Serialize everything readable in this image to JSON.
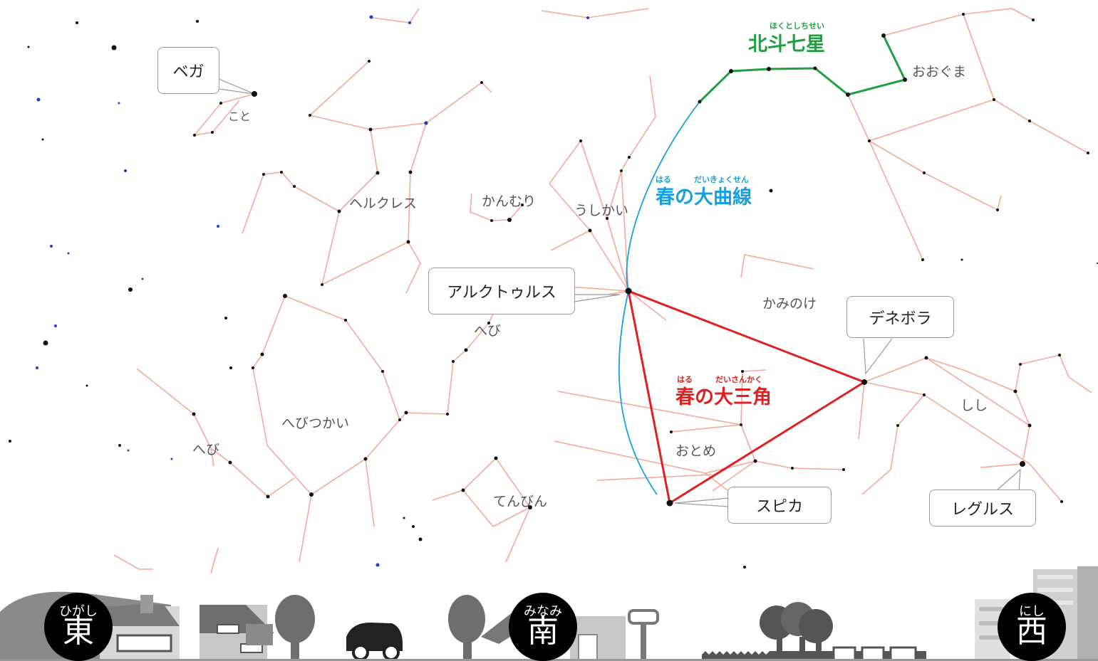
{
  "colors": {
    "constellation_line": "#f4a99a",
    "big_dipper": "#1fa040",
    "spring_curve": "#19a0dc",
    "spring_triangle": "#e02020",
    "compass_bg": "#000000",
    "skyline": "#808080"
  },
  "constellations": {
    "koto": "こと",
    "herakuresu": "ヘルクレス",
    "kanmuri": "かんむり",
    "ushikai": "うしかい",
    "ookuma": "おおぐま",
    "kaminoke": "かみのけ",
    "hebi_upper": "へび",
    "hebitsukai": "へびつかい",
    "hebi_lower": "へび",
    "otome": "おとめ",
    "shishi": "しし",
    "tenbin": "てんびん"
  },
  "stars": {
    "vega": "ベガ",
    "arcturus": "アルクトゥルス",
    "denebola": "デネボラ",
    "spica": "スピカ",
    "regulus": "レグルス"
  },
  "titles": {
    "big_dipper": {
      "main": "北斗七星",
      "ruby": "ほくとしちせい"
    },
    "spring_curve": {
      "main": "春の大曲線",
      "ruby1": "はる",
      "ruby2": "だいきょくせん"
    },
    "spring_triangle": {
      "main": "春の大三角",
      "ruby1": "はる",
      "ruby2": "だいさんかく"
    }
  },
  "compass": {
    "east": {
      "kana": "ひがし",
      "kanji": "東"
    },
    "south": {
      "kana": "みなみ",
      "kanji": "南"
    },
    "west": {
      "kana": "にし",
      "kanji": "西"
    }
  }
}
